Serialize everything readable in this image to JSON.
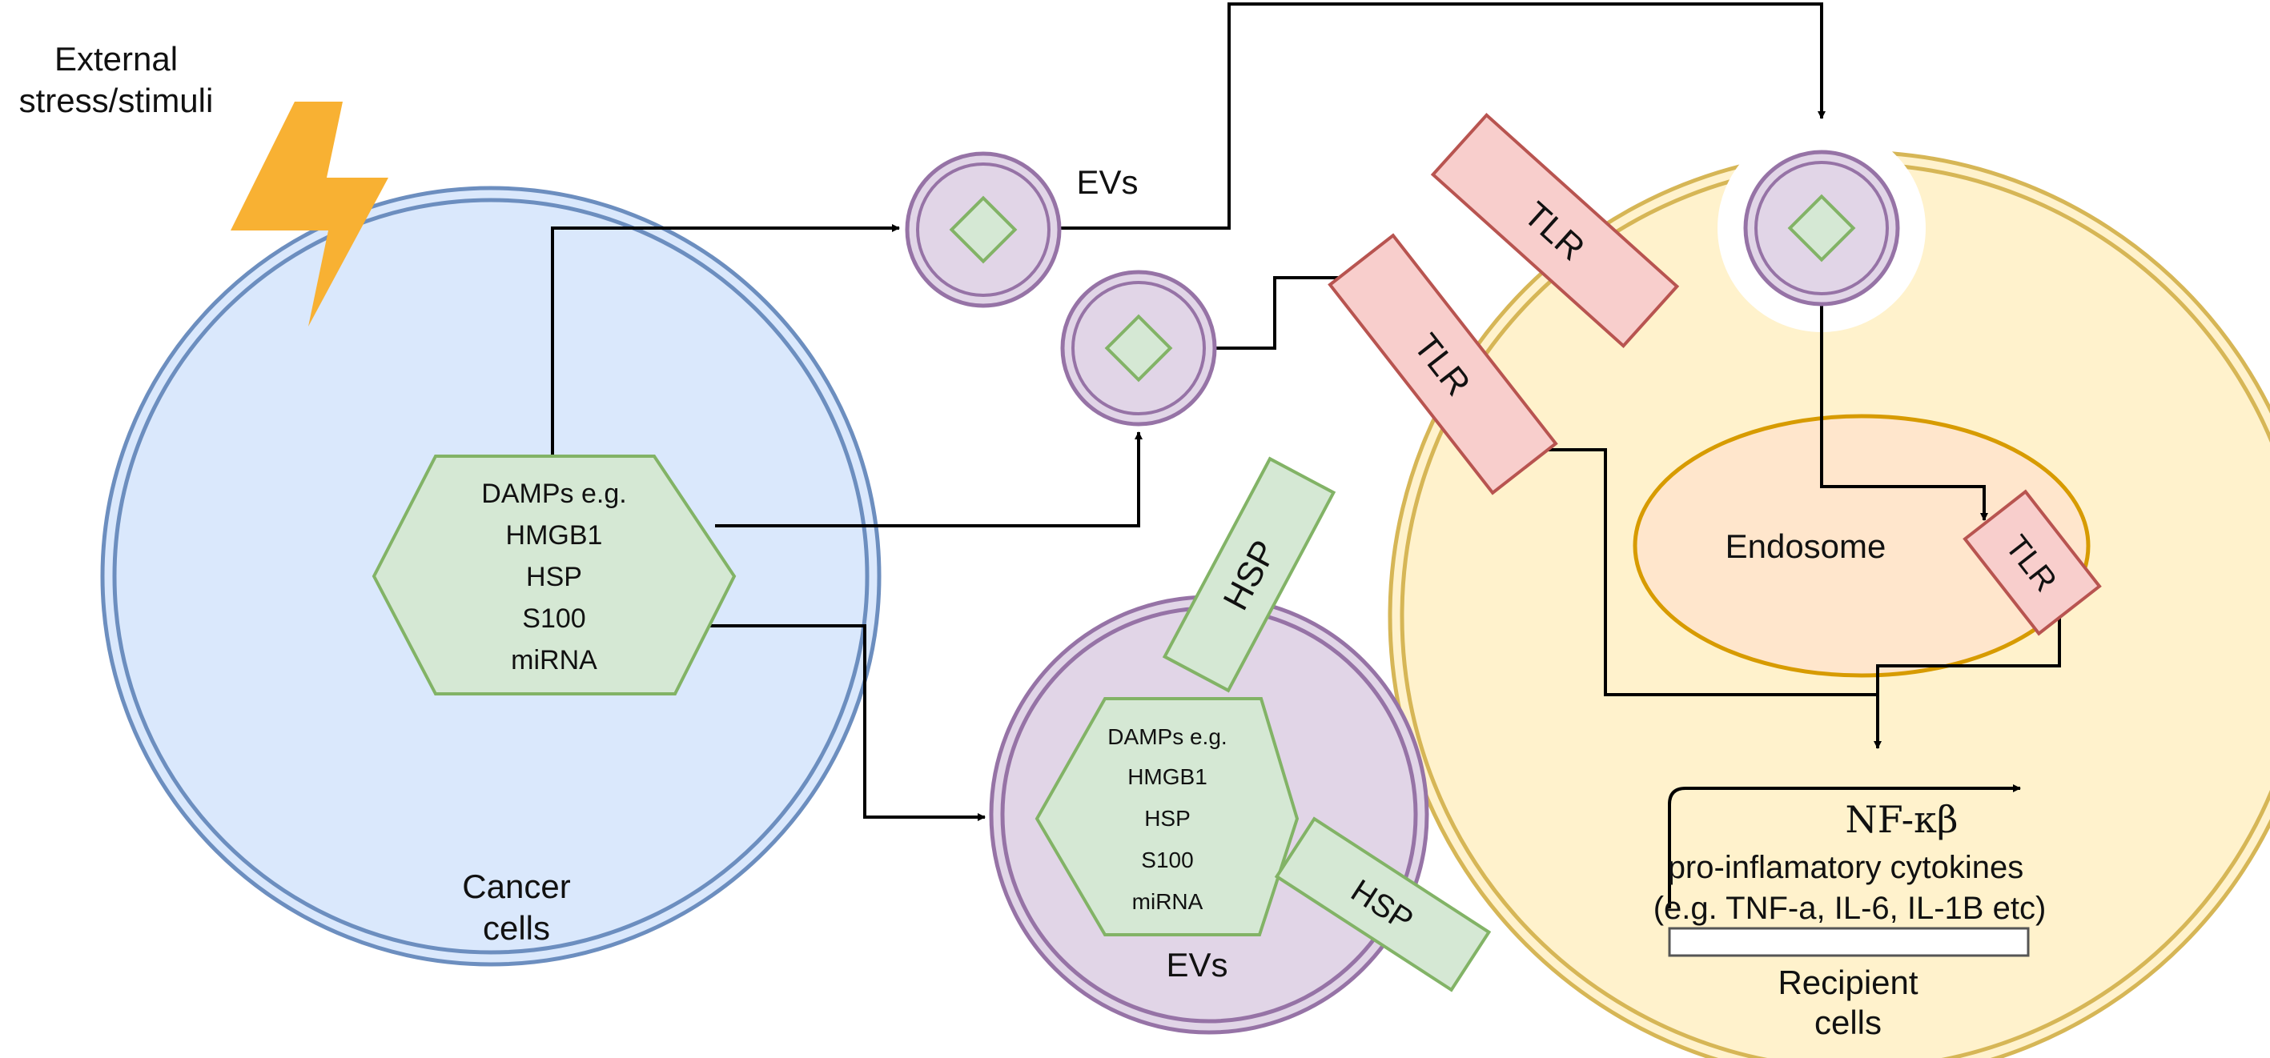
{
  "labels": {
    "external_line1": "External",
    "external_line2": "stress/stimuli",
    "cancer_line1": "Cancer",
    "cancer_line2": "cells",
    "evs_top": "EVs",
    "evs_bottom": "EVs",
    "tlr_top": "TLR",
    "tlr_middle": "TLR",
    "tlr_endosome": "TLR",
    "endosome": "Endosome",
    "hsp_top": "HSP",
    "hsp_bottom": "HSP",
    "nfkb": "NF-κβ",
    "cytokines_line1": "pro-inflamatory cytokines",
    "cytokines_line2": "(e.g. TNF-a, IL-6, IL-1B etc)",
    "recipient_line1": "Recipient",
    "recipient_line2": "cells"
  },
  "damps_cancer": [
    "DAMPs e.g.",
    "HMGB1",
    "HSP",
    "S100",
    "miRNA"
  ],
  "damps_ev": [
    "DAMPs e.g.",
    "HMGB1",
    "HSP",
    "S100",
    "miRNA"
  ],
  "colors": {
    "cancer_fill": "#dae8fc",
    "cancer_stroke": "#6c8ebf",
    "recipient_fill": "#fff2cc",
    "recipient_stroke": "#d6b656",
    "ev_fill": "#e1d5e7",
    "ev_stroke": "#9673a6",
    "damp_fill": "#d5e8d4",
    "damp_stroke": "#82b366",
    "tlr_fill": "#f8cecc",
    "tlr_stroke": "#b85450",
    "endosome_fill": "#ffe6cc",
    "endosome_stroke": "#d79b00",
    "bolt": "#f8b133",
    "arrow": "#000000"
  },
  "icons": {
    "stimulus": "lightning-bolt-icon"
  }
}
